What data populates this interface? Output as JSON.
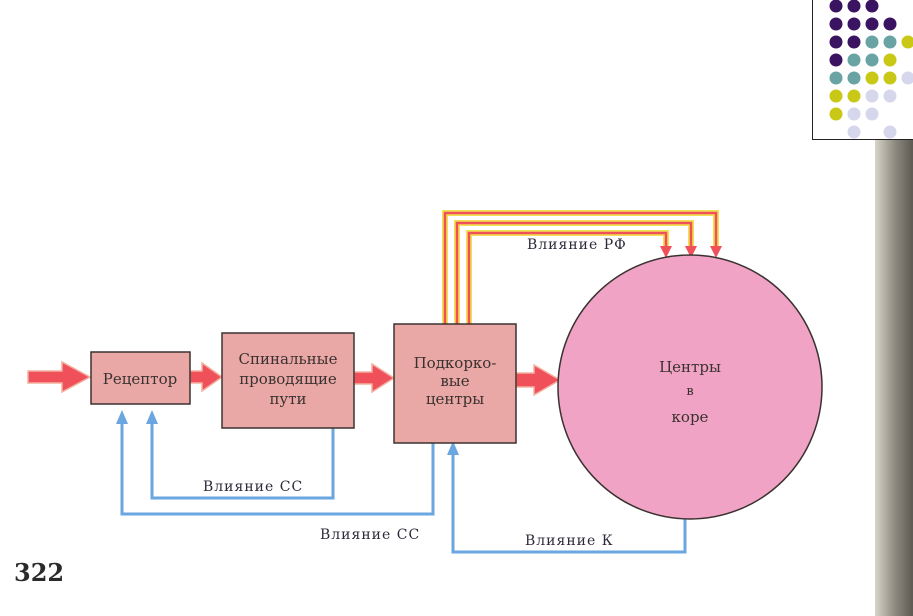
{
  "page_number": "322",
  "boxes": {
    "receptor": "Рецептор",
    "spinal": [
      "Спинальные",
      "проводящие",
      "пути"
    ],
    "subcortical": [
      "Подкорко-",
      "вые",
      "центры"
    ],
    "cortex": [
      "Центры",
      "в",
      "коре"
    ]
  },
  "labels": {
    "rf_influence": "Влияние РФ",
    "cs_influence_upper": "Влияние СС",
    "cs_influence_lower": "Влияние СС",
    "k_influence": "Влияние К"
  },
  "colors": {
    "box_fill": "#e9a7a6",
    "circle_fill": "#f0a3c4",
    "red_arrow": "#f0505a",
    "yellow_outline": "#f2e052",
    "blue_line": "#6aa6e0",
    "dark_purple": "#3a1460",
    "teal": "#6aa3a3",
    "lime": "#c9c817",
    "lavender": "#d6d6ec"
  },
  "decor_dots_icon": "dot-grid-icon"
}
